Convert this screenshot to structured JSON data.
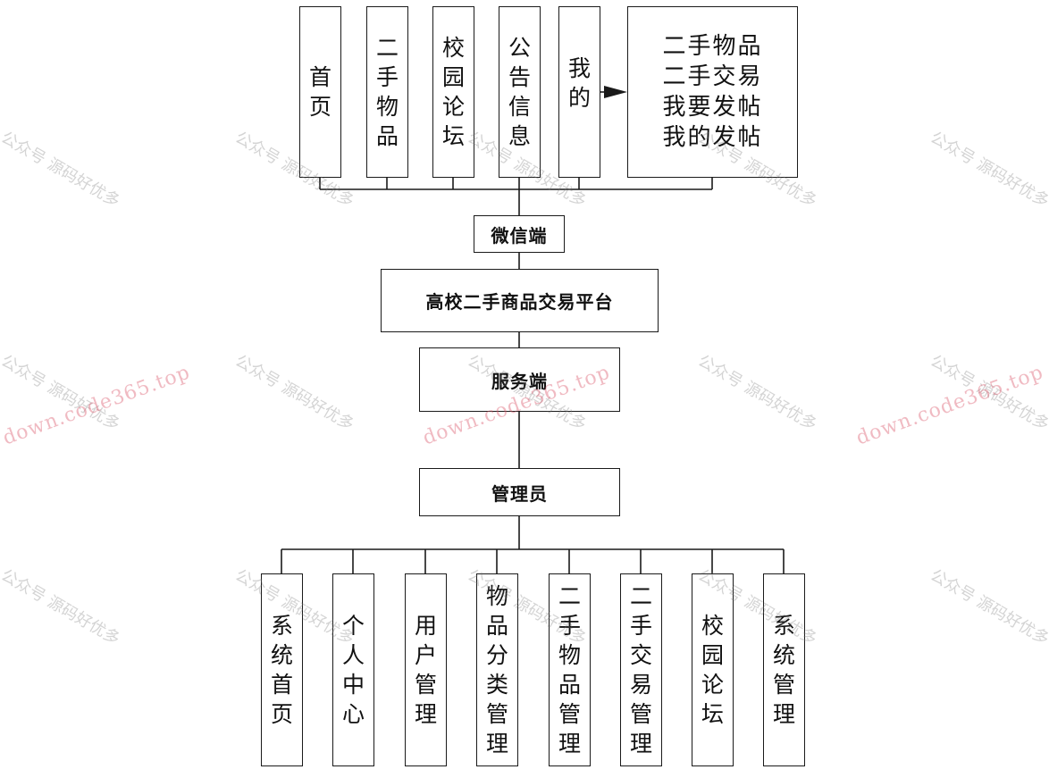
{
  "top_nodes": [
    {
      "id": "home",
      "label": "首页"
    },
    {
      "id": "second-hand-items",
      "label": "二手物品"
    },
    {
      "id": "campus-forum",
      "label": "校园论坛"
    },
    {
      "id": "announcements",
      "label": "公告信息"
    },
    {
      "id": "mine",
      "label": "我的"
    }
  ],
  "mine_submenu": [
    "二手物品",
    "二手交易",
    "我要发帖",
    "我的发帖"
  ],
  "wechat_client": "微信端",
  "platform": "高校二手商品交易平台",
  "server": "服务端",
  "admin": "管理员",
  "bottom_nodes": [
    {
      "id": "system-home",
      "label": "系统首页"
    },
    {
      "id": "personal-center",
      "label": "个人中心"
    },
    {
      "id": "user-management",
      "label": "用户管理"
    },
    {
      "id": "category-management",
      "label": "物品分类管理"
    },
    {
      "id": "item-management",
      "label": "二手物品管理"
    },
    {
      "id": "trade-management",
      "label": "二手交易管理"
    },
    {
      "id": "campus-forum",
      "label": "校园论坛"
    },
    {
      "id": "system-management",
      "label": "系统管理"
    }
  ],
  "watermarks": {
    "wechat_account": "公众号 源码好优多",
    "site": "down.code365.top"
  }
}
